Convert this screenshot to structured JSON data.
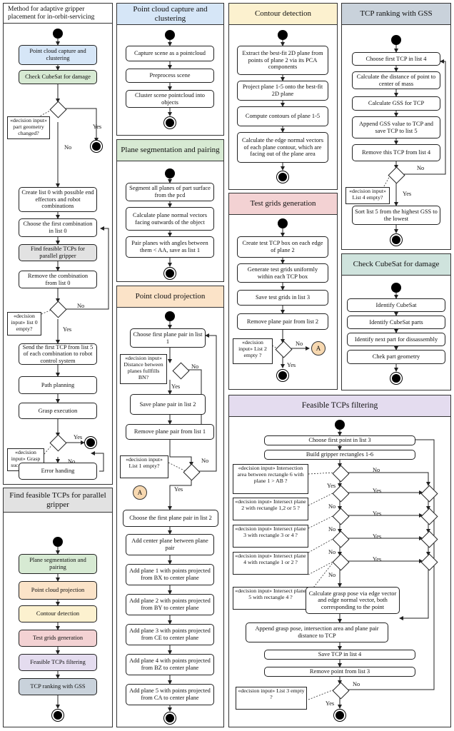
{
  "main": {
    "title": "Method for adaptive gripper placement for in-orbit-servicing",
    "steps": [
      "Point cloud capture and clustering",
      "Check CubeSat for damage",
      "Create list 0 with possible end effectors and robot combinations",
      "Choose the first combination in list 0",
      "Find feasible TCPs for parallel gripper",
      "Remove the combination from list 0",
      "Send the first TCP from list 5 of each combination to robot control system",
      "Path planning",
      "Grasp execution",
      "Error handing"
    ],
    "decisions": [
      "«decision input» part geometry changed?",
      "«decision input» list 0 empty?",
      "«decision input» Grasp successfully?"
    ]
  },
  "find_tcps": {
    "title": "Find feasible TCPs for parallel gripper",
    "steps": [
      "Plane segmentation and pairing",
      "Point cloud projection",
      "Contour detection",
      "Test grids generation",
      "Feasible TCPs filtering",
      "TCP ranking with GSS"
    ]
  },
  "capture": {
    "title": "Point cloud capture and clustering",
    "steps": [
      "Capture scene as a pointcloud",
      "Preprocess scene",
      "Cluster scene pointcloud into objects"
    ]
  },
  "segmentation": {
    "title": "Plane segmentation and pairing",
    "steps": [
      "Segment all planes of part surface from the pcd",
      "Calculate plane normal vectors facing outwards of the object",
      "Pair planes with angles between them < AA, save as list 1"
    ]
  },
  "projection": {
    "title": "Point cloud projection",
    "steps": [
      "Choose first plane pair in list 1",
      "Save plane pair in list 2",
      "Remove plane pair from list 1",
      "Choose the first plane pair in list 2",
      "Add center plane between plane pair",
      "Add plane 1 with points projected from BX to center plane",
      "Add plane 2 with points projected from BY to center plane",
      "Add plane 3 with points projected from CE to center plane",
      "Add plane 4 with points projected from BZ to center plane",
      "Add plane 5 with points projected from CA to center plane"
    ],
    "decisions": [
      "«decision input» Distance between planes fullfills BN?",
      "«decision input» List 1 empty?"
    ]
  },
  "contour": {
    "title": "Contour detection",
    "steps": [
      "Extract the best-fit 2D plane from points of plane 2 via its PCA components",
      "Project plane 1-5 onto the best-fit 2D plane",
      "Compute contours of plane 1-5",
      "Calculate the edge normal vectors of each plane contour, which are facing out of the plane area"
    ]
  },
  "testgrids": {
    "title": "Test grids generation",
    "steps": [
      "Create test TCP box on each edge of plane 2",
      "Generate test grids uniformly within each TCP box",
      "Save test grids in list 3",
      "Remove plane pair from list 2"
    ],
    "decisions": [
      "«decision input» List 2 empty ?"
    ]
  },
  "ranking": {
    "title": "TCP ranking with GSS",
    "steps": [
      "Choose first TCP in list 4",
      "Calculate the distance of point to center of mass",
      "Calculate GSS for TCP",
      "Append GSS value to TCP and save TCP to list 5",
      "Remove this TCP from list 4",
      "Sort list 5 from the highest GSS to the lowest"
    ],
    "decisions": [
      "«decision input» List 4 empty?"
    ]
  },
  "damage": {
    "title": "Check CubeSat for damage",
    "steps": [
      "Identify CubeSat",
      "Identify CubeSat parts",
      "Identify next part for dissassembly",
      "Chek part geometry"
    ]
  },
  "filtering": {
    "title": "Feasible TCPs filtering",
    "steps": [
      "Choose first point in list 3",
      "Build gripper rectangles 1-6",
      "Calculate grasp pose via edge vector and edge normal vector, both corresponding to the point",
      "Append grasp pose, intersection area and plane pair distance to TCP",
      "Save TCP in list 4",
      "Remove point from list 3"
    ],
    "decisions": [
      "«decision input» Intersection area between rectangle 6 with plane 1 > AB ?",
      "«decision input» Intersect plane 2 with rectangle 1,2 or 5 ?",
      "«decision input» Intersect plane 3 with rectangle 3 or 4 ?",
      "«decision input» Intersect plane 4 with rectangle 1 or 2 ?",
      "«decision input» Intersect plane 5 with rectangle 4 ?",
      "«decision input» List 3 empty ?"
    ]
  },
  "labels": {
    "yes": "Yes",
    "no": "No",
    "connector": "A"
  }
}
